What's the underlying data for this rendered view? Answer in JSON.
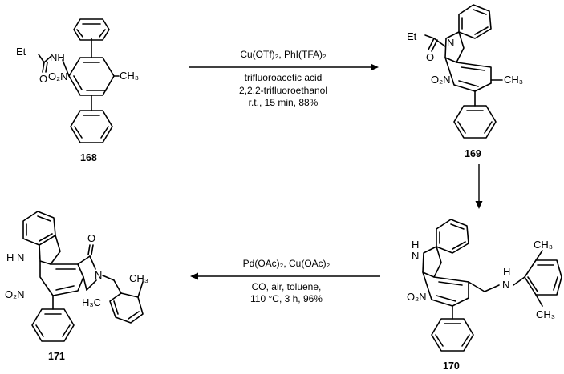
{
  "compounds": {
    "c168": {
      "id": "168",
      "atoms": {
        "et": "Et",
        "o": "O",
        "nh": "NH",
        "no2": "O₂N",
        "ch3": "CH₃"
      }
    },
    "c169": {
      "id": "169",
      "atoms": {
        "et": "Et",
        "n": "N",
        "o": "O",
        "no2": "O₂N",
        "ch3": "CH₃"
      }
    },
    "c170": {
      "id": "170",
      "atoms": {
        "h": "H",
        "n": "N",
        "no2": "O₂N",
        "nh": "H",
        "nn": "N",
        "me1": "CH₃",
        "me2": "CH₃"
      }
    },
    "c171": {
      "id": "171",
      "atoms": {
        "hn": "H N",
        "o": "O",
        "n": "N",
        "no2": "O₂N",
        "h3c": "H₃C",
        "ch3": "CH₃"
      }
    }
  },
  "arrows": {
    "step1": {
      "above": "Cu(OTf)₂, PhI(TFA)₂",
      "below": [
        "trifluoroacetic acid",
        "2,2,2-trifluoroethanol",
        "r.t., 15 min, 88%"
      ]
    },
    "step2": {
      "above": "",
      "below": []
    },
    "step3": {
      "above": "Pd(OAc)₂, Cu(OAc)₂",
      "below": [
        "CO, air, toluene,",
        "110 °C, 3 h, 96%"
      ]
    }
  }
}
